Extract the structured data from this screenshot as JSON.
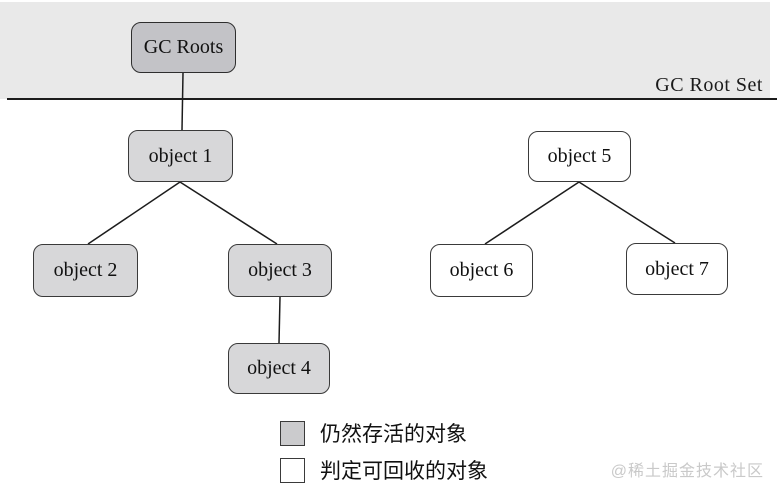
{
  "header": {
    "root_label": "GC Roots",
    "set_label": "GC Root Set"
  },
  "nodes": {
    "object1": "object 1",
    "object2": "object 2",
    "object3": "object 3",
    "object4": "object 4",
    "object5": "object 5",
    "object6": "object 6",
    "object7": "object 7"
  },
  "edges": [
    {
      "from": "gc-roots",
      "to": "object1"
    },
    {
      "from": "object1",
      "to": "object2"
    },
    {
      "from": "object1",
      "to": "object3"
    },
    {
      "from": "object3",
      "to": "object4"
    },
    {
      "from": "object5",
      "to": "object6"
    },
    {
      "from": "object5",
      "to": "object7"
    }
  ],
  "legend": {
    "alive": "仍然存活的对象",
    "collectable": "判定可回收的对象"
  },
  "watermark": "@稀土掘金技术社区",
  "colors": {
    "band_bg": "#e9e9e9",
    "root_fill": "#c3c3c7",
    "alive_fill": "#d7d7d9",
    "collectable_fill": "#ffffff",
    "line": "#1c1c1c",
    "watermark_text": "#c9c9c9"
  }
}
